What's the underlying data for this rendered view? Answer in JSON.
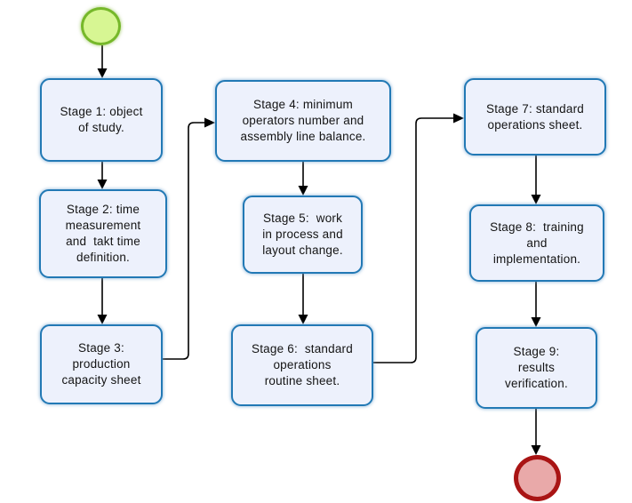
{
  "diagram": {
    "type": "flowchart",
    "start_node": {
      "id": "start",
      "shape": "circle",
      "meaning": "start-event"
    },
    "end_node": {
      "id": "end",
      "shape": "circle",
      "meaning": "end-event"
    },
    "stages": [
      {
        "id": "stage-1",
        "label": "Stage 1: object\nof study."
      },
      {
        "id": "stage-2",
        "label": "Stage 2: time\nmeasurement\nand  takt time\ndefinition."
      },
      {
        "id": "stage-3",
        "label": "Stage 3:\nproduction\ncapacity sheet"
      },
      {
        "id": "stage-4",
        "label": "Stage 4: minimum\noperators number and\nassembly line balance."
      },
      {
        "id": "stage-5",
        "label": "Stage 5:  work\nin process and\nlayout change."
      },
      {
        "id": "stage-6",
        "label": "Stage 6:  standard\noperations\nroutine sheet."
      },
      {
        "id": "stage-7",
        "label": "Stage 7: standard\noperations sheet."
      },
      {
        "id": "stage-8",
        "label": "Stage 8:  training\nand\nimplementation."
      },
      {
        "id": "stage-9",
        "label": "Stage 9:\nresults\nverification."
      }
    ],
    "edges": [
      {
        "from": "start",
        "to": "stage-1"
      },
      {
        "from": "stage-1",
        "to": "stage-2"
      },
      {
        "from": "stage-2",
        "to": "stage-3"
      },
      {
        "from": "stage-3",
        "to": "stage-4"
      },
      {
        "from": "stage-4",
        "to": "stage-5"
      },
      {
        "from": "stage-5",
        "to": "stage-6"
      },
      {
        "from": "stage-6",
        "to": "stage-7"
      },
      {
        "from": "stage-7",
        "to": "stage-8"
      },
      {
        "from": "stage-8",
        "to": "stage-9"
      },
      {
        "from": "stage-9",
        "to": "end"
      }
    ]
  },
  "colors": {
    "page_bg": "#ffffff",
    "node_fill": "#edf1fc",
    "node_border": "#2279b5",
    "start_fill": "#d7f693",
    "start_border": "#76b82a",
    "end_fill": "#e9a9a9",
    "end_border": "#a91414",
    "arrow_color": "#000000"
  }
}
